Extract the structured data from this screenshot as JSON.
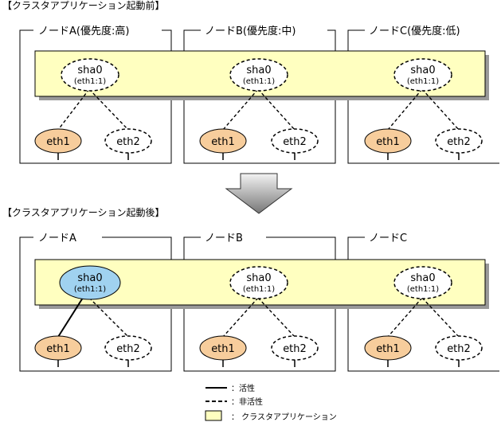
{
  "sections": {
    "before_title": "【クラスタアプリケーション起動前】",
    "after_title": "【クラスタアプリケーション起動後】"
  },
  "before": {
    "nodes": [
      {
        "title": "ノードA(優先度:高)"
      },
      {
        "title": "ノードB(優先度:中)"
      },
      {
        "title": "ノードC(優先度:低)"
      }
    ]
  },
  "after": {
    "nodes": [
      {
        "title": "ノードA"
      },
      {
        "title": "ノードB"
      },
      {
        "title": "ノードC"
      }
    ]
  },
  "interface": {
    "name": "sha0",
    "bound": "(eth1:1)",
    "nic1": "eth1",
    "nic2": "eth2"
  },
  "legend": {
    "active": "：活性",
    "inactive": "：非活性",
    "app": "： クラスタアプリケーション"
  },
  "colors": {
    "app_fill": "#ffffc0",
    "eth1_fill": "#f7cd9c",
    "active_sha_fill": "#a0d2f0"
  }
}
